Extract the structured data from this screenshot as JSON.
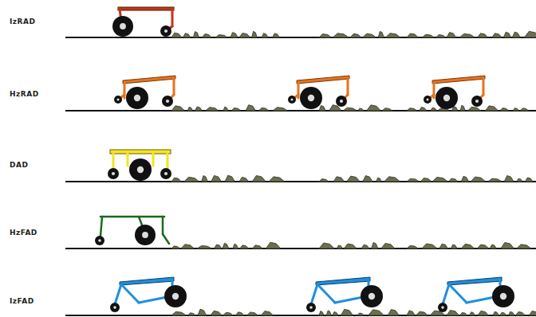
{
  "diagram": {
    "labels": [
      "IzRAD",
      "HzRAD",
      "DAD",
      "HzFAD",
      "IzFAD"
    ]
  }
}
